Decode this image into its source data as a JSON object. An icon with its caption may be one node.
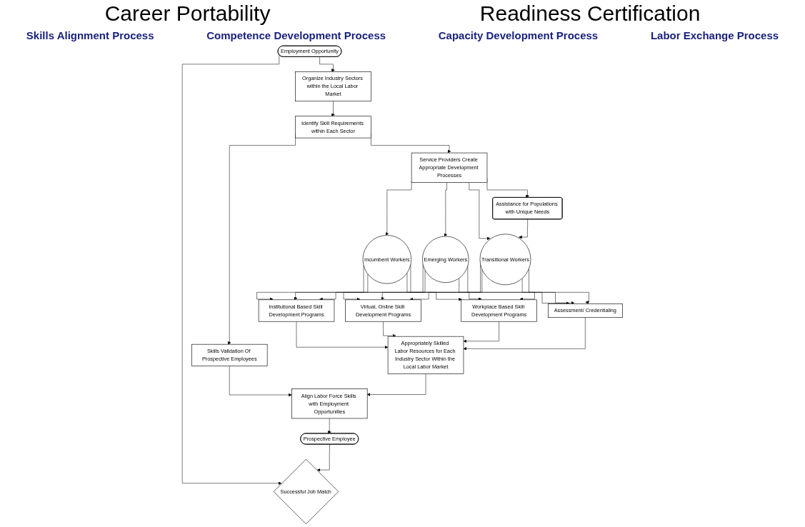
{
  "diagram": {
    "nodes": [
      {
        "text": [
          "Organize Industry Sectors within the Local Labor Market"
        ]
      },
      {
        "text": [
          "Identify Skill Requirements within Each Sector"
        ]
      },
      {
        "text": [
          "Service Providers Create Appropriate Development Processes"
        ]
      },
      {
        "text": [
          "Assistance for Populations with Unique Needs"
        ]
      },
      {
        "text": [
          "Employment Opportunity"
        ]
      },
      {
        "text": [
          "Successful Job Match"
        ]
      },
      {
        "text": [
          "Incumbent Workers"
        ]
      },
      {
        "text": [
          "Emerging Workers"
        ]
      },
      {
        "text": [
          "Transitional Workers"
        ]
      },
      {
        "text": [
          "Prospective Employee"
        ]
      },
      {
        "text": [
          "Institutional Based Skill Development Programs"
        ]
      },
      {
        "text": [
          "Virtual, Online Skill Development Programs"
        ]
      },
      {
        "text": [
          "Workplace Based Skill Development Programs"
        ]
      },
      {
        "text": [
          "Assessment/ Credentialing"
        ]
      },
      {
        "text": [
          "Align Labor Force Skills with Employment Opportunities"
        ]
      },
      {
        "text": [
          "Skills Validation Of Prospective Employees"
        ]
      },
      {
        "text": [
          "Appropriately Skilled Labor Resources for Each Industry Sector Within the Local Labor Market"
        ]
      }
    ],
    "edges": [
      {
        "from": 4,
        "to": 0,
        "arrow": "to"
      },
      {
        "from": 0,
        "to": 1,
        "arrow": "to"
      },
      {
        "from": 1,
        "to": 2,
        "arrow": "to"
      },
      {
        "from": 2,
        "to": 3,
        "arrow": "to"
      },
      {
        "from": 2,
        "to": 6,
        "arrow": "to"
      },
      {
        "from": 2,
        "to": 7,
        "arrow": "to"
      },
      {
        "from": 2,
        "to": 8,
        "arrow": "to"
      },
      {
        "from": 3,
        "to": 8,
        "arrow": "to"
      },
      {
        "from": 4,
        "to": 5,
        "arrow": "to"
      },
      {
        "from": 9,
        "to": 5,
        "arrow": "to"
      },
      {
        "from": 6,
        "to": 10,
        "arrow": "to"
      },
      {
        "from": 6,
        "to": 11,
        "arrow": "to"
      },
      {
        "from": 6,
        "to": 12,
        "arrow": "to"
      },
      {
        "from": 6,
        "to": 13,
        "arrow": "to"
      },
      {
        "from": 7,
        "to": 10,
        "arrow": "to"
      },
      {
        "from": 7,
        "to": 11,
        "arrow": "to"
      },
      {
        "from": 7,
        "to": 12,
        "arrow": "to"
      },
      {
        "from": 7,
        "to": 13,
        "arrow": "to"
      },
      {
        "from": 8,
        "to": 10,
        "arrow": "to"
      },
      {
        "from": 8,
        "to": 11,
        "arrow": "to"
      },
      {
        "from": 8,
        "to": 12,
        "arrow": "to"
      },
      {
        "from": 8,
        "to": 13,
        "arrow": "to"
      },
      {
        "from": 10,
        "to": 16,
        "arrow": "to"
      },
      {
        "from": 11,
        "to": 16,
        "arrow": "to"
      },
      {
        "from": 12,
        "to": 16,
        "arrow": "to"
      },
      {
        "from": 13,
        "to": 16,
        "arrow": "to"
      },
      {
        "from": 1,
        "to": 15,
        "arrow": "to"
      },
      {
        "from": 15,
        "to": 14,
        "arrow": "to"
      },
      {
        "from": 16,
        "to": 14,
        "arrow": "to"
      },
      {
        "from": 14,
        "to": 9,
        "arrow": "to"
      }
    ],
    "labels": [
      "Career Portability",
      "Readiness Certification",
      "Skills Alignment Process",
      "Competence Development Process",
      "Capacity Development Process",
      "Labor Exchange Process"
    ]
  }
}
